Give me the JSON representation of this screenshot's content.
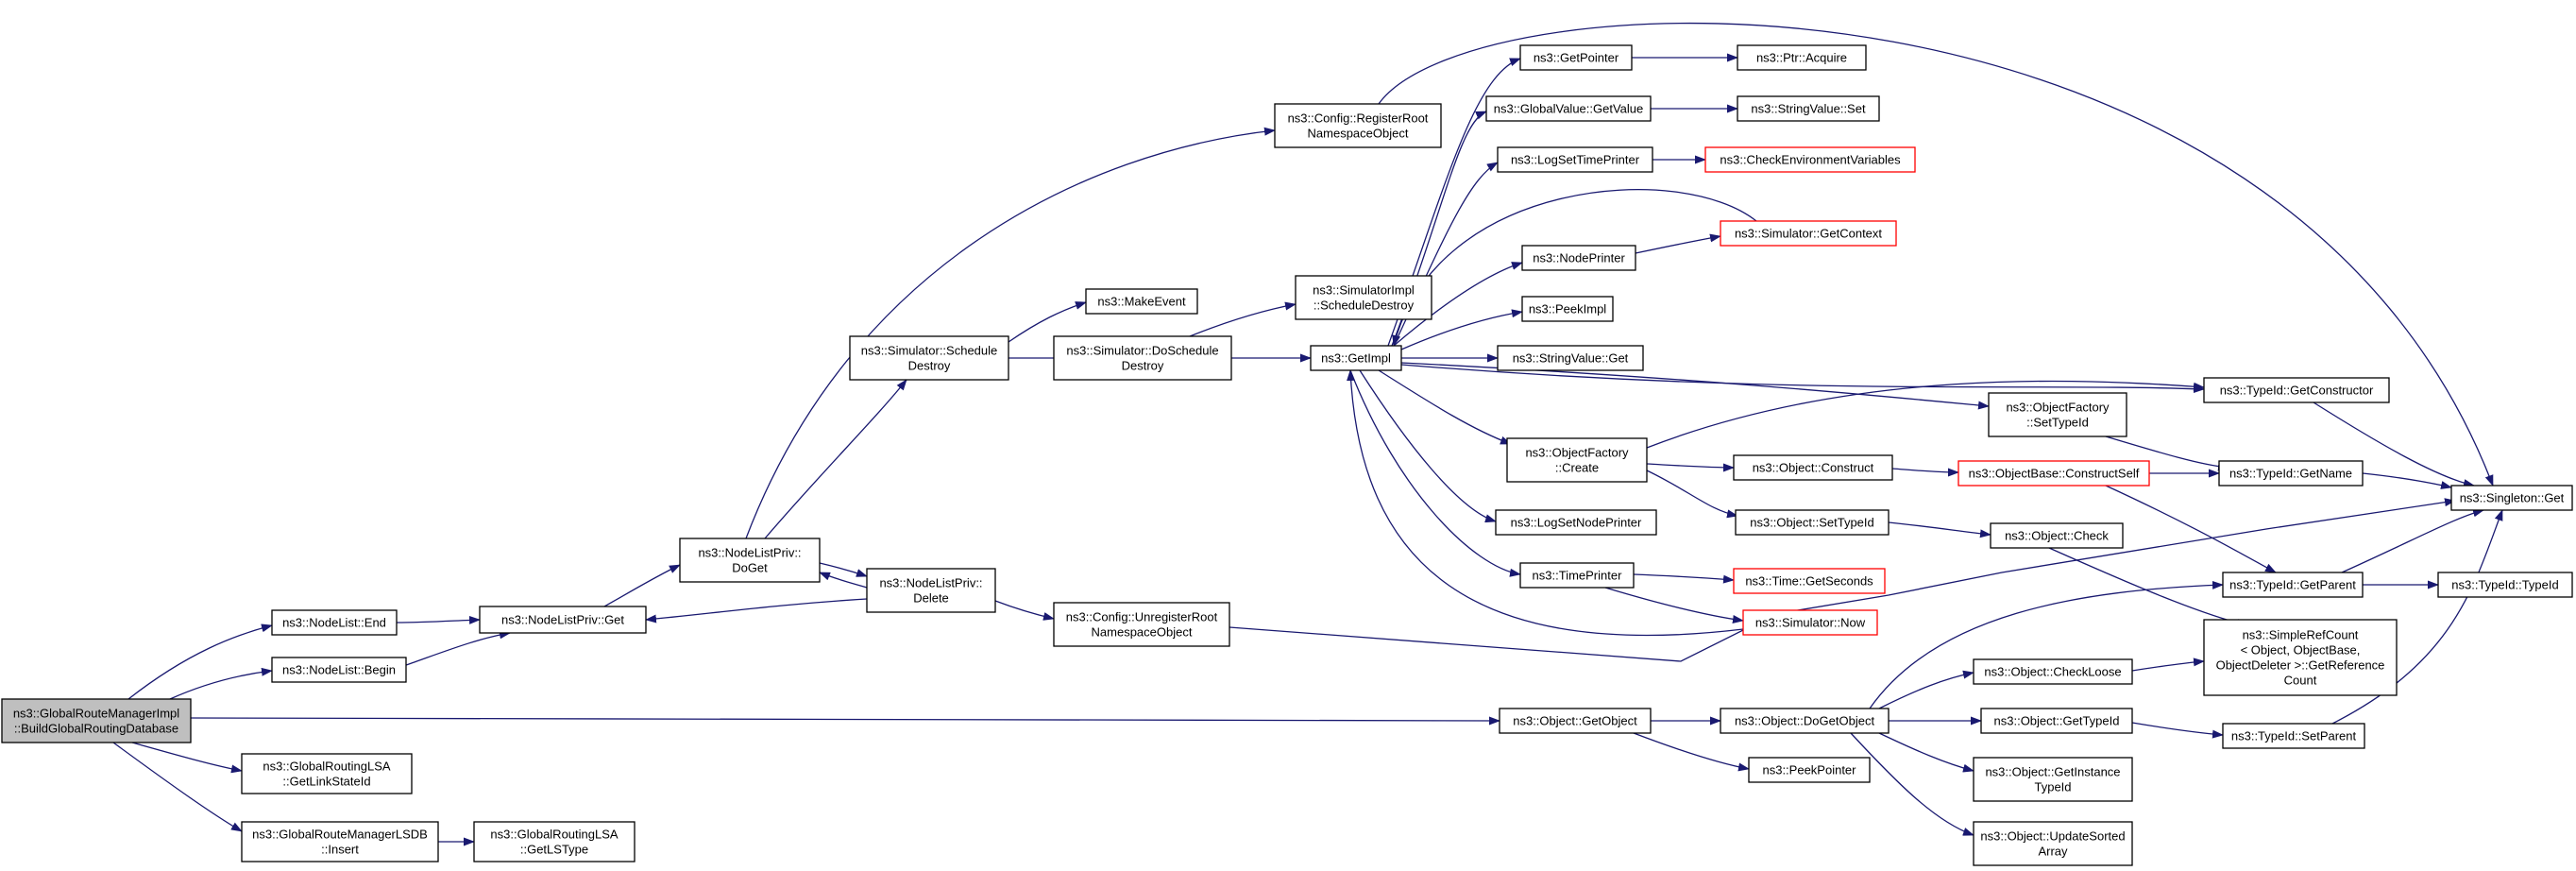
{
  "nodes": [
    {
      "id": "root",
      "label": [
        "ns3::GlobalRouteManagerImpl",
        "::BuildGlobalRoutingDatabase"
      ],
      "style": "root"
    },
    {
      "id": "nl_end",
      "label": [
        "ns3::NodeList::End"
      ]
    },
    {
      "id": "nl_begin",
      "label": [
        "ns3::NodeList::Begin"
      ]
    },
    {
      "id": "grlsa_linkstate",
      "label": [
        "ns3::GlobalRoutingLSA",
        "::GetLinkStateId"
      ]
    },
    {
      "id": "lsdb_insert",
      "label": [
        "ns3::GlobalRouteManagerLSDB",
        "::Insert"
      ]
    },
    {
      "id": "grlsa_lstype",
      "label": [
        "ns3::GlobalRoutingLSA",
        "::GetLSType"
      ]
    },
    {
      "id": "nlp_get",
      "label": [
        "ns3::NodeListPriv::Get"
      ]
    },
    {
      "id": "nlp_doget",
      "label": [
        "ns3::NodeListPriv::",
        "DoGet"
      ]
    },
    {
      "id": "nlp_delete",
      "label": [
        "ns3::NodeListPriv::",
        "Delete"
      ]
    },
    {
      "id": "cfg_register",
      "label": [
        "ns3::Config::RegisterRoot",
        "NamespaceObject"
      ]
    },
    {
      "id": "sim_schedule",
      "label": [
        "ns3::Simulator::Schedule",
        "Destroy"
      ]
    },
    {
      "id": "make_event",
      "label": [
        "ns3::MakeEvent"
      ]
    },
    {
      "id": "sim_doschedule",
      "label": [
        "ns3::Simulator::DoSchedule",
        "Destroy"
      ]
    },
    {
      "id": "simimpl_schedule",
      "label": [
        "ns3::SimulatorImpl",
        "::ScheduleDestroy"
      ]
    },
    {
      "id": "cfg_unregister",
      "label": [
        "ns3::Config::UnregisterRoot",
        "NamespaceObject"
      ]
    },
    {
      "id": "get_impl",
      "label": [
        "ns3::GetImpl"
      ]
    },
    {
      "id": "get_pointer",
      "label": [
        "ns3::GetPointer"
      ]
    },
    {
      "id": "gv_getvalue",
      "label": [
        "ns3::GlobalValue::GetValue"
      ]
    },
    {
      "id": "log_settime",
      "label": [
        "ns3::LogSetTimePrinter"
      ]
    },
    {
      "id": "node_printer",
      "label": [
        "ns3::NodePrinter"
      ]
    },
    {
      "id": "peek_impl",
      "label": [
        "ns3::PeekImpl"
      ]
    },
    {
      "id": "sv_get",
      "label": [
        "ns3::StringValue::Get"
      ]
    },
    {
      "id": "of_create",
      "label": [
        "ns3::ObjectFactory",
        "::Create"
      ]
    },
    {
      "id": "log_setnode",
      "label": [
        "ns3::LogSetNodePrinter"
      ]
    },
    {
      "id": "time_printer",
      "label": [
        "ns3::TimePrinter"
      ]
    },
    {
      "id": "ptr_acquire",
      "label": [
        "ns3::Ptr::Acquire"
      ]
    },
    {
      "id": "sv_set",
      "label": [
        "ns3::StringValue::Set"
      ]
    },
    {
      "id": "check_env",
      "label": [
        "ns3::CheckEnvironmentVariables"
      ],
      "style": "red"
    },
    {
      "id": "sim_getcontext",
      "label": [
        "ns3::Simulator::GetContext"
      ],
      "style": "red"
    },
    {
      "id": "of_settypeid",
      "label": [
        "ns3::ObjectFactory",
        "::SetTypeId"
      ]
    },
    {
      "id": "tid_getconstructor",
      "label": [
        "ns3::TypeId::GetConstructor"
      ]
    },
    {
      "id": "obj_construct",
      "label": [
        "ns3::Object::Construct"
      ]
    },
    {
      "id": "objbase_constructself",
      "label": [
        "ns3::ObjectBase::ConstructSelf"
      ],
      "style": "red"
    },
    {
      "id": "tid_getname",
      "label": [
        "ns3::TypeId::GetName"
      ]
    },
    {
      "id": "obj_settypeid",
      "label": [
        "ns3::Object::SetTypeId"
      ]
    },
    {
      "id": "obj_check",
      "label": [
        "ns3::Object::Check"
      ]
    },
    {
      "id": "time_getseconds",
      "label": [
        "ns3::Time::GetSeconds"
      ],
      "style": "red"
    },
    {
      "id": "sim_now",
      "label": [
        "ns3::Simulator::Now"
      ],
      "style": "red"
    },
    {
      "id": "tid_getparent",
      "label": [
        "ns3::TypeId::GetParent"
      ]
    },
    {
      "id": "singleton_get",
      "label": [
        "ns3::Singleton::Get"
      ]
    },
    {
      "id": "tid_typeid",
      "label": [
        "ns3::TypeId::TypeId"
      ]
    },
    {
      "id": "srefcount",
      "label": [
        "ns3::SimpleRefCount",
        "< Object, ObjectBase,",
        "ObjectDeleter >::GetReference",
        "Count"
      ]
    },
    {
      "id": "obj_getobject",
      "label": [
        "ns3::Object::GetObject"
      ]
    },
    {
      "id": "obj_dogetobject",
      "label": [
        "ns3::Object::DoGetObject"
      ]
    },
    {
      "id": "peek_pointer",
      "label": [
        "ns3::PeekPointer"
      ]
    },
    {
      "id": "obj_checkloose",
      "label": [
        "ns3::Object::CheckLoose"
      ]
    },
    {
      "id": "obj_gettypeid",
      "label": [
        "ns3::Object::GetTypeId"
      ]
    },
    {
      "id": "tid_setparent",
      "label": [
        "ns3::TypeId::SetParent"
      ]
    },
    {
      "id": "obj_getinstance",
      "label": [
        "ns3::Object::GetInstance",
        "TypeId"
      ]
    },
    {
      "id": "obj_updatesorted",
      "label": [
        "ns3::Object::UpdateSorted",
        "Array"
      ]
    }
  ],
  "edges": [
    [
      "root",
      "nl_end"
    ],
    [
      "root",
      "nl_begin"
    ],
    [
      "root",
      "grlsa_linkstate"
    ],
    [
      "root",
      "lsdb_insert"
    ],
    [
      "root",
      "obj_getobject"
    ],
    [
      "nl_end",
      "nlp_get"
    ],
    [
      "nl_begin",
      "nlp_get"
    ],
    [
      "lsdb_insert",
      "grlsa_lstype"
    ],
    [
      "nlp_get",
      "nlp_doget"
    ],
    [
      "nlp_doget",
      "cfg_register"
    ],
    [
      "nlp_doget",
      "sim_schedule"
    ],
    [
      "nlp_doget",
      "nlp_delete"
    ],
    [
      "nlp_delete",
      "nlp_doget"
    ],
    [
      "nlp_delete",
      "nlp_get"
    ],
    [
      "nlp_delete",
      "cfg_unregister"
    ],
    [
      "cfg_register",
      "singleton_get"
    ],
    [
      "sim_schedule",
      "make_event"
    ],
    [
      "sim_schedule",
      "sim_doschedule"
    ],
    [
      "sim_doschedule",
      "simimpl_schedule"
    ],
    [
      "sim_doschedule",
      "get_impl"
    ],
    [
      "cfg_unregister",
      "singleton_get"
    ],
    [
      "get_impl",
      "get_pointer"
    ],
    [
      "get_impl",
      "gv_getvalue"
    ],
    [
      "get_impl",
      "log_settime"
    ],
    [
      "get_impl",
      "node_printer"
    ],
    [
      "get_impl",
      "peek_impl"
    ],
    [
      "get_impl",
      "sv_get"
    ],
    [
      "get_impl",
      "of_create"
    ],
    [
      "get_impl",
      "log_setnode"
    ],
    [
      "get_impl",
      "time_printer"
    ],
    [
      "get_impl",
      "tid_getconstructor"
    ],
    [
      "get_impl",
      "of_settypeid"
    ],
    [
      "get_pointer",
      "ptr_acquire"
    ],
    [
      "gv_getvalue",
      "sv_set"
    ],
    [
      "log_settime",
      "check_env"
    ],
    [
      "node_printer",
      "sim_getcontext"
    ],
    [
      "sim_getcontext",
      "get_impl"
    ],
    [
      "of_create",
      "tid_getconstructor"
    ],
    [
      "of_create",
      "obj_construct"
    ],
    [
      "of_create",
      "obj_settypeid"
    ],
    [
      "of_settypeid",
      "tid_getname"
    ],
    [
      "tid_getconstructor",
      "singleton_get"
    ],
    [
      "obj_construct",
      "objbase_constructself"
    ],
    [
      "objbase_constructself",
      "tid_getname"
    ],
    [
      "objbase_constructself",
      "tid_getparent"
    ],
    [
      "tid_getname",
      "singleton_get"
    ],
    [
      "obj_settypeid",
      "obj_check"
    ],
    [
      "obj_check",
      "srefcount"
    ],
    [
      "time_printer",
      "time_getseconds"
    ],
    [
      "time_printer",
      "sim_now"
    ],
    [
      "sim_now",
      "get_impl"
    ],
    [
      "tid_getparent",
      "singleton_get"
    ],
    [
      "tid_getparent",
      "tid_typeid"
    ],
    [
      "obj_getobject",
      "obj_dogetobject"
    ],
    [
      "obj_getobject",
      "peek_pointer"
    ],
    [
      "obj_dogetobject",
      "tid_getparent"
    ],
    [
      "obj_dogetobject",
      "obj_checkloose"
    ],
    [
      "obj_dogetobject",
      "obj_gettypeid"
    ],
    [
      "obj_dogetobject",
      "obj_getinstance"
    ],
    [
      "obj_dogetobject",
      "obj_updatesorted"
    ],
    [
      "obj_checkloose",
      "srefcount"
    ],
    [
      "obj_gettypeid",
      "tid_setparent"
    ],
    [
      "tid_setparent",
      "singleton_get"
    ]
  ]
}
